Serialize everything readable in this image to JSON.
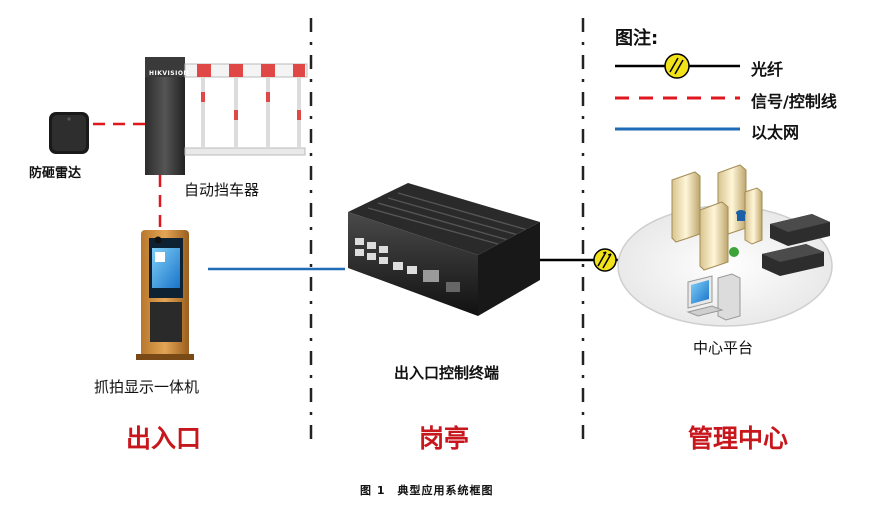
{
  "legend": {
    "title": "图注:",
    "items": [
      {
        "label": "光纤",
        "style": "fiber",
        "color": "#000000"
      },
      {
        "label": "信号/控制线",
        "style": "dashed",
        "color": "#e0171f"
      },
      {
        "label": "以太网",
        "style": "solid",
        "color": "#1f6bb5"
      }
    ]
  },
  "devices": {
    "radar": "防砸雷达",
    "barrier": "自动挡车器",
    "barrier_brand": "HIKVISION",
    "camera_display": "抓拍显示一体机",
    "controller": "出入口控制终端",
    "center": "中心平台"
  },
  "zones": {
    "entrance": "出入口",
    "booth": "岗亭",
    "management": "管理中心"
  },
  "caption": "图 1　典型应用系统框图",
  "colors": {
    "zone_text": "#c8161d",
    "signal_line": "#e0171f",
    "ethernet_line": "#1f6bb5",
    "fiber_icon": "#f2e21a"
  },
  "icons": [
    "radar-icon",
    "barrier-gate-icon",
    "camera-display-icon",
    "controller-icon",
    "server-icon",
    "workstation-icon",
    "fiber-connector-icon"
  ]
}
